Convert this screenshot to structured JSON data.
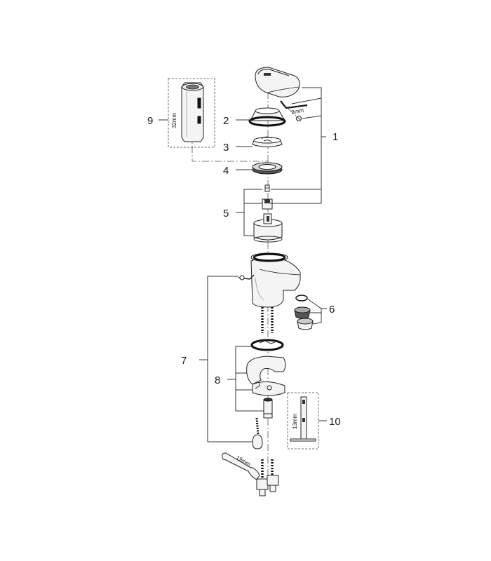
{
  "callouts": {
    "p1": "1",
    "p2": "2",
    "p3": "3",
    "p4": "4",
    "p5": "5",
    "p6": "6",
    "p7": "7",
    "p8": "8",
    "p9": "9",
    "p10": "10"
  },
  "dimensions": {
    "hex_key": "3mm",
    "socket": "32mm",
    "spanner_small": "13mm",
    "spanner_large": "19mm"
  }
}
